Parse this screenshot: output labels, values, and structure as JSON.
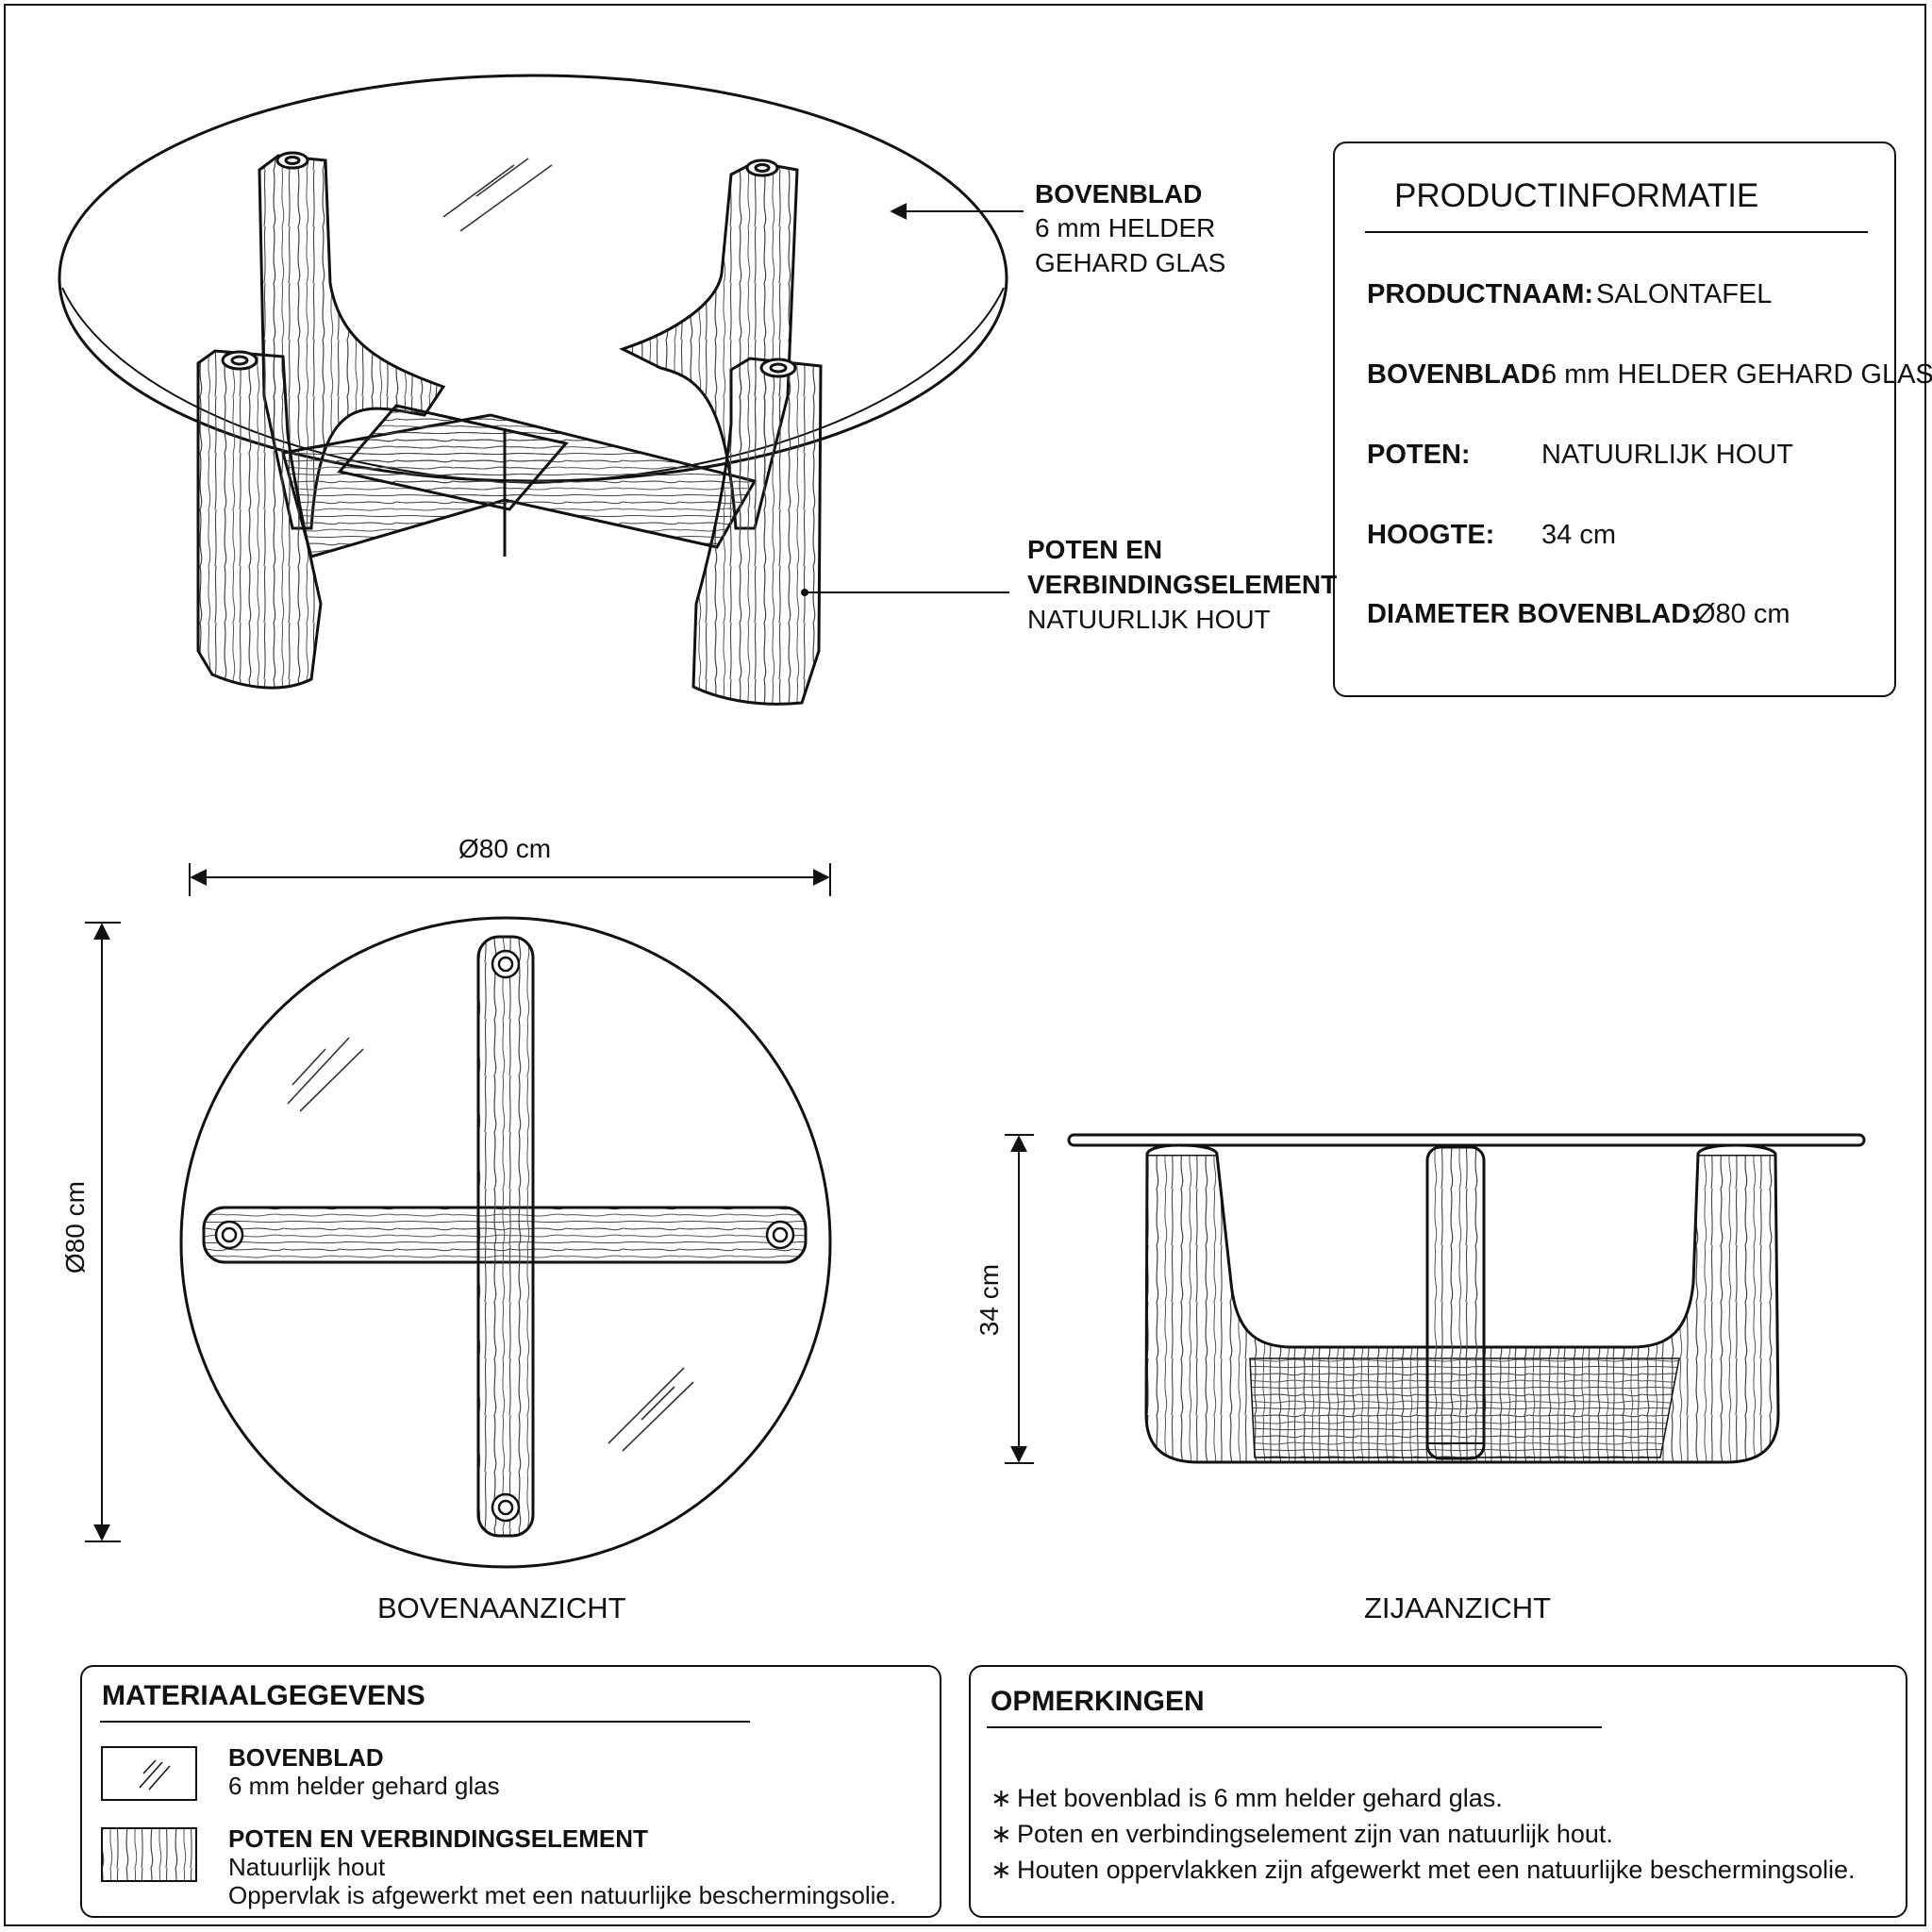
{
  "callouts": {
    "top_title": "BOVENBLAD",
    "top_line1": "6 mm HELDER",
    "top_line2": "GEHARD GLAS",
    "legs_title1": "POTEN EN",
    "legs_title2": "VERBINDINGSELEMENT",
    "legs_line": "NATUURLIJK HOUT"
  },
  "product_info": {
    "title": "PRODUCTINFORMATIE",
    "rows": [
      {
        "label": "PRODUCTNAAM:",
        "value": "SALONTAFEL"
      },
      {
        "label": "BOVENBLAD:",
        "value": "6 mm HELDER GEHARD GLAS"
      },
      {
        "label": "POTEN:",
        "value": "NATUURLIJK HOUT"
      },
      {
        "label": "HOOGTE:",
        "value": "34 cm"
      },
      {
        "label": "DIAMETER BOVENBLAD:",
        "value": "Ø80 cm"
      }
    ]
  },
  "dimensions": {
    "width": "Ø80 cm",
    "depth": "Ø80 cm",
    "height": "34 cm"
  },
  "views": {
    "top": "BOVENAANZICHT",
    "side": "ZIJAANZICHT"
  },
  "materials": {
    "title": "MATERIAALGEGEVENS",
    "items": [
      {
        "name": "BOVENBLAD",
        "lines": [
          "6 mm helder gehard glas"
        ]
      },
      {
        "name": "POTEN EN VERBINDINGSELEMENT",
        "lines": [
          "Natuurlijk hout",
          "Oppervlak is afgewerkt met een natuurlijke beschermingsolie."
        ]
      }
    ]
  },
  "notes": {
    "title": "OPMERKINGEN",
    "bullet": "∗",
    "items": [
      "Het bovenblad is 6 mm helder gehard glas.",
      "Poten en verbindingselement zijn van natuurlijk hout.",
      "Houten oppervlakken zijn afgewerkt met een natuurlijke beschermingsolie."
    ]
  }
}
